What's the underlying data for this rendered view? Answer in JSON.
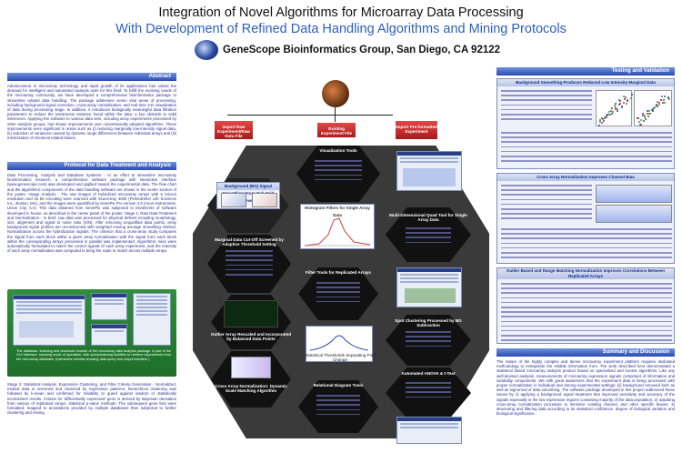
{
  "header": {
    "title": "Integration of Novel Algorithms for Microarray Data Processing",
    "subtitle": "With Development of Refined Data Handling Algorithms and Mining Protocols",
    "affiliation": "GeneScope Bioinformatics Group, San Diego, CA 92122"
  },
  "left": {
    "abstract_heading": "Abstract",
    "abstract_text": "Advancement in microarray technology and rapid growth of its applications has raised the demand for intelligent and automated analysis tools for this field. To fulfill the evolving needs of the microarray community, we have developed a comprehensive bioinformatics package to streamline related data handling. The package addresses seven vital areas of processing, including background signal correction, cross-array normalization, and real-time 3-D visualization of data during processing stage. In addition, it introduces biologically meaningful data filtration parameters to reduce the extraneous variance found within the data, a key obstacle to valid inferences. Applying the software to various data sets, including array experiments processed by other analysis groups, has shown improvements over conventionally adopted algorithms. These improvements were significant in areas such as (i) reducing marginally low-intensity signal data, (ii) reduction of variances caused by dynamic range differences between individual arrays and (iii) minimization of chemical related biases.",
    "protocol_heading": "Protocol for Data Treatment and Analysis",
    "protocol_text": "Data Processing, Analysis and Database Systems - In an effort to streamline microarray bioinformatics research, a comprehensive software package with interactive interface (www.genescope.com) was developed and applied toward the experimental data. The flow chart and the algorithmic components of the data handling software are shown in the center section of the poster. Image Analysis - The raw images of hybridized microarray arrays with 5 micron resolution and 16 bit encoding were scanned with ScanArray 4000 (PerkinElmer Life Sciences Inc., Boston, MA), and the images were quantified by GenePix Pro version 4.0 (Axon Instruments, Union City, CA). This data obtained from GenePix was subjected to treatments of software developed in house, as described in the center panel of the poster. Stage 1: Raw Data Treatment and Normalization - In brief, raw data was processed for physical defects including morphology, size, alignment and signal to noise ratio (S/N). After removing unqualified data points, array background signal profiles are reconstructed with weighted moving average smoothing method. Normalization across the hybridization signals: The criterion that a cross-array study compares the signal from each block within a given array normalization with the signal from each block within the corresponding arrays processed in parallel was implemented. Algorithmic rules were automatically formulated to match the control signals of each array experiment, and the intensity of each array normalization was computed to bring the scale to match across multiple arrays.",
    "figure_caption": "The database, indexing and download module of the microarray data analysis package. A part of the GUI interface, showing mode of operation, with query/indexing facilities to retrieve experiments from the microarray database. (Interactive window showing data query and output interface.)",
    "stage2_text": "Stage 2: Statistical Analysis, Expression Clustering, and Filter Criteria Generation - Normalized, treated data is screened and clustered by expression patterns; hierarchical clustering was followed by k-mean and confirmed for reliability to guard against random or statistically inconsistent results. Criteria for 'differentially expressed' gene is derived by Bayesian derivation from various of replicated arrays, statistical p-value methods. The subsequent gene lists were formatted, mapped to annotations provided by multiple databases then subjected to further clustering and mining."
  },
  "center": {
    "import_raw": "Import Raw Experiment/Raw Data File",
    "existing_file": "Existing Experiment File",
    "import_preformatted": "Import Pre-formatted Experiment",
    "visualization_tools": "Visualization Tools",
    "histogram_title": "Histogram Filters for Single Array Data",
    "background_caption": "Background (BG) Signal Smoothing From Sub-Grid Level",
    "marginal_caption": "Marginal Data Cut-Off Screened by Adaptive Threshold Setting",
    "multi_caption": "Multi-Dimensional Quad Tool for Single Array Data",
    "variance_caption": "Outlier Array Rescaled and Incorporated by Balanced Data Points",
    "filter_tools": "Filter Tools for Replicated Arrays",
    "data_norm_caption": "Cross Array Normalization: Dynamic Scale Matching Algorithm",
    "stats_caption": "Statistical Thresholds Separating Fold Change",
    "anova_caption": "Automated ANOVA & t-Test",
    "relational": "Relational Diagram Tools",
    "spot_clustering": "Spot Clustering Processed by BG Subtraction"
  },
  "right": {
    "testing_heading": "Testing and Validation",
    "bg_banner": "Background Smoothing Produces Reduced Low Intensity Marginal Data",
    "cross_banner": "Cross Array Normalization Improves Channel Bias",
    "outlier_banner": "Outlier Based and Range Matching Normalization Improves Correlations Between Replicated Arrays",
    "summary_heading": "Summary and Discussion",
    "summary_text": "The nature of the highly complex and dense microarray experiment platform requires dedicated methodology to extrapolate the reliable information from. The work described here demonstrated a statistical based microarray analysis product based on specialized and honest algorithms. Like any well-devised analysis, measurements of microarray expression signals comprised of information and variability components. We with great awareness that the experiment data is being processed with proper normalization in individual and among experimental settings; (ii) background removed both as well as lognormal of data smoothing. The software package developed in this project addressed these issues by 1) applying a background signal treatment that improved sensitivity and accuracy of the signals especially in the low expression regions containing majority of the data population; 2) adjusting cross-array normalization procedure to minimize existing channel, and other specific biases; 3) structuring and filtering data according to its statistical confidence, degree of biological variation and biological significance."
  }
}
